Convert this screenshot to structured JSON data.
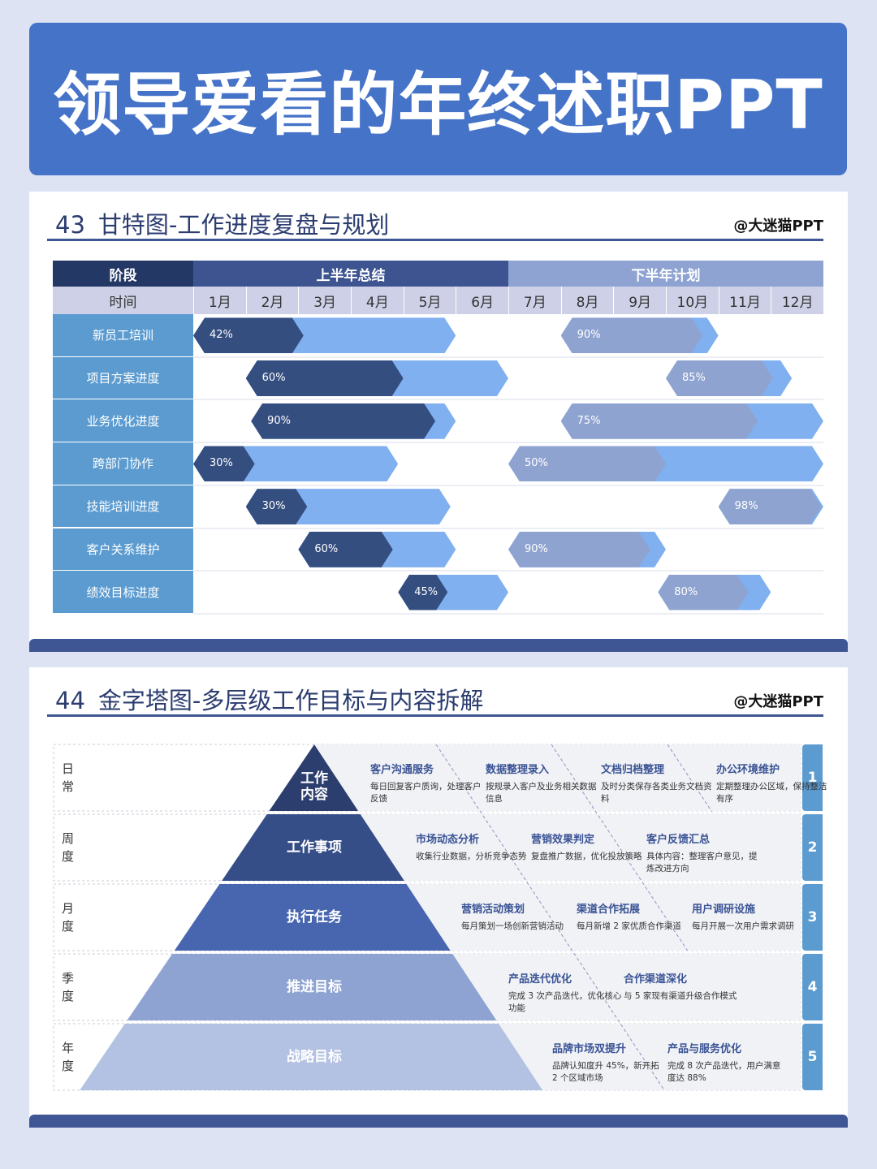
{
  "banner": {
    "title": "领导爱看的年终述职PPT"
  },
  "section43": {
    "num": "43",
    "title": "甘特图-工作进度复盘与规划",
    "brand": "@大迷猫PPT",
    "header": {
      "stage": "阶段",
      "time": "时间",
      "h1": "上半年总结",
      "h2": "下半年计划"
    },
    "months": [
      "1月",
      "2月",
      "3月",
      "4月",
      "5月",
      "6月",
      "7月",
      "8月",
      "9月",
      "10月",
      "11月",
      "12月"
    ]
  },
  "chart_data": {
    "type": "gantt",
    "colors": {
      "h1_progress": "#354e80",
      "h1_remaining": "#80b0f0",
      "h2_progress": "#8fa3d0",
      "h2_remaining": "#80b0f0"
    },
    "rows": [
      {
        "label": "新员工培训",
        "h1": {
          "start": 1,
          "end": 5,
          "pct": 42,
          "text": "42%"
        },
        "h2": {
          "start": 8,
          "end": 10,
          "pct": 90,
          "text": "90%"
        }
      },
      {
        "label": "项目方案进度",
        "h1": {
          "start": 2,
          "end": 6,
          "pct": 60,
          "text": "60%"
        },
        "h2": {
          "start": 10,
          "end": 11.4,
          "pct": 85,
          "text": "85%"
        }
      },
      {
        "label": "业务优化进度",
        "h1": {
          "start": 2.1,
          "end": 5,
          "pct": 90,
          "text": "90%"
        },
        "h2": {
          "start": 8,
          "end": 12,
          "pct": 75,
          "text": "75%"
        }
      },
      {
        "label": "跨部门协作",
        "h1": {
          "start": 1,
          "end": 3.9,
          "pct": 30,
          "text": "30%"
        },
        "h2": {
          "start": 7,
          "end": 12,
          "pct": 50,
          "text": "50%"
        }
      },
      {
        "label": "技能培训进度",
        "h1": {
          "start": 2,
          "end": 4.9,
          "pct": 30,
          "text": "30%"
        },
        "h2": {
          "start": 11,
          "end": 12,
          "pct": 98,
          "text": "98%"
        }
      },
      {
        "label": "客户关系维护",
        "h1": {
          "start": 3,
          "end": 5,
          "pct": 60,
          "text": "60%"
        },
        "h2": {
          "start": 7,
          "end": 9,
          "pct": 90,
          "text": "90%"
        }
      },
      {
        "label": "绩效目标进度",
        "h1": {
          "start": 4.9,
          "end": 6,
          "pct": 45,
          "text": "45%"
        },
        "h2": {
          "start": 9.85,
          "end": 11,
          "pct": 80,
          "text": "80%"
        }
      }
    ]
  },
  "section44": {
    "num": "44",
    "title": "金字塔图-多层级工作目标与内容拆解",
    "brand": "@大迷猫PPT",
    "levels": [
      {
        "side": "日常",
        "name": "工作内容",
        "tab": "1",
        "color": "#2c3e6e",
        "items": [
          {
            "t": "客户沟通服务",
            "d": "每日回复客户质询，处理客户反馈"
          },
          {
            "t": "数据整理录入",
            "d": "按规录入客户及业务相关数据信息"
          },
          {
            "t": "文档归档整理",
            "d": "及时分类保存各类业务文档资料"
          },
          {
            "t": "办公环境维护",
            "d": "定期整理办公区域，保持整洁有序"
          }
        ]
      },
      {
        "side": "周度",
        "name": "工作事项",
        "tab": "2",
        "color": "#354e87",
        "items": [
          {
            "t": "市场动态分析",
            "d": "收集行业数据，分析竞争态势"
          },
          {
            "t": "营销效果判定",
            "d": "复盘推广数据，优化投放策略"
          },
          {
            "t": "客户反馈汇总",
            "d": "具体内容：整理客户意见，提炼改进方向"
          }
        ]
      },
      {
        "side": "月度",
        "name": "执行任务",
        "tab": "3",
        "color": "#4866b0",
        "items": [
          {
            "t": "营销活动策划",
            "d": "每月策划一场创新营销活动"
          },
          {
            "t": "渠道合作拓展",
            "d": "每月新增 2 家优质合作渠道"
          },
          {
            "t": "用户调研设施",
            "d": "每月开展一次用户需求调研"
          }
        ]
      },
      {
        "side": "季度",
        "name": "推进目标",
        "tab": "4",
        "color": "#8ea3d2",
        "items": [
          {
            "t": "产品迭代优化",
            "d": "完成 3 次产品迭代，优化核心功能"
          },
          {
            "t": "合作渠道深化",
            "d": "与 5 家现有渠道升级合作模式"
          }
        ]
      },
      {
        "side": "年度",
        "name": "战略目标",
        "tab": "5",
        "color": "#b3c1e2",
        "items": [
          {
            "t": "品牌市场双提升",
            "d": "品牌认知度升 45%，新开拓 2 个区域市场"
          },
          {
            "t": "产品与服务优化",
            "d": "完成 8 次产品迭代，用户满意度达 88%"
          }
        ]
      }
    ]
  }
}
